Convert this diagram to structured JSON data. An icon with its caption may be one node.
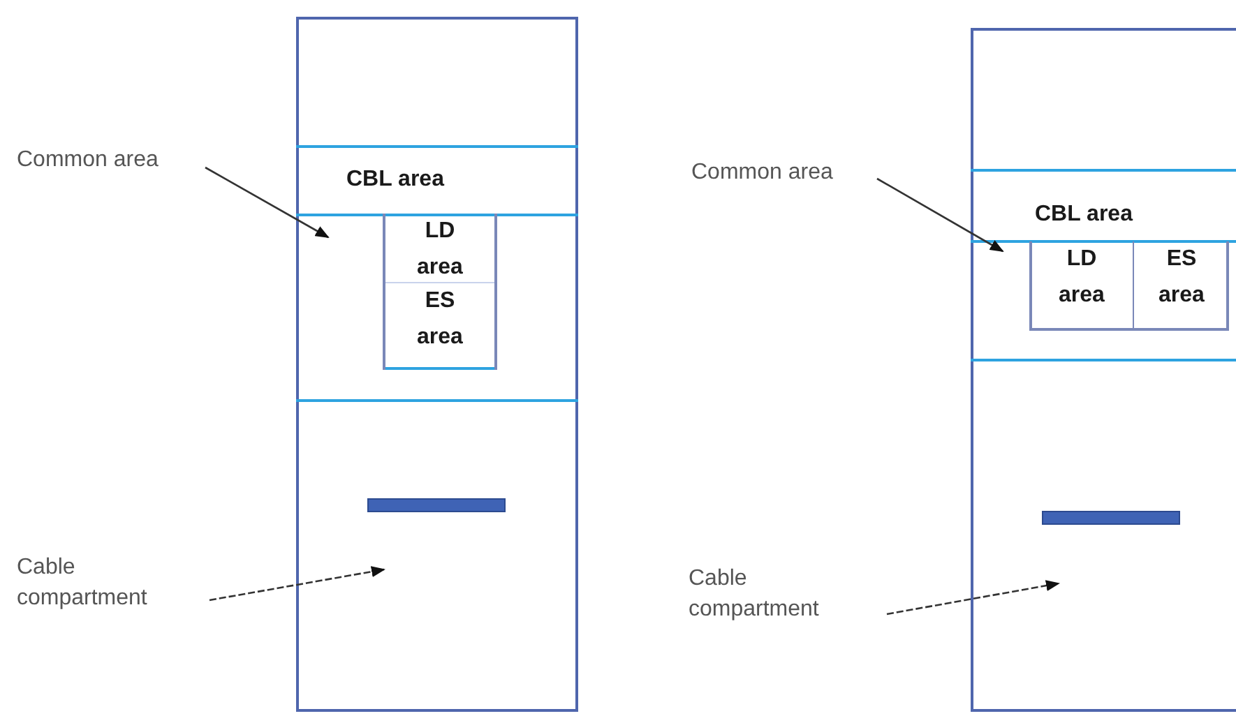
{
  "diagram": {
    "nodes": [
      {
        "text": [],
        "shape": "box"
      },
      {
        "text": [
          "CBL area"
        ],
        "in": 0
      },
      {
        "text": [],
        "shape": "box",
        "in": 0
      },
      {
        "text": [
          "LD area"
        ],
        "in": 2
      },
      {
        "text": [
          "ES area"
        ],
        "in": 2
      },
      {
        "text": [],
        "shape": "box",
        "in": 0
      },
      {
        "text": [
          "Common area"
        ]
      },
      {
        "text": [
          "Cable compartment"
        ]
      },
      {
        "text": [],
        "shape": "box"
      },
      {
        "text": [
          "CBL area"
        ],
        "in": 8
      },
      {
        "text": [],
        "shape": "box",
        "in": 8
      },
      {
        "text": [
          "LD area"
        ],
        "in": 10
      },
      {
        "text": [
          "ES area"
        ],
        "in": 10
      },
      {
        "text": [],
        "shape": "box",
        "in": 8
      },
      {
        "text": [
          "Common area"
        ]
      },
      {
        "text": [
          "Cable compartment"
        ]
      }
    ],
    "edges": [
      {
        "from": 6,
        "to": 2,
        "arrow": "to"
      },
      {
        "from": 7,
        "to": 5,
        "arrow": "to",
        "style": "dashed"
      },
      {
        "from": 14,
        "to": 10,
        "arrow": "to"
      },
      {
        "from": 15,
        "to": 13,
        "arrow": "to",
        "style": "dashed"
      }
    ]
  }
}
